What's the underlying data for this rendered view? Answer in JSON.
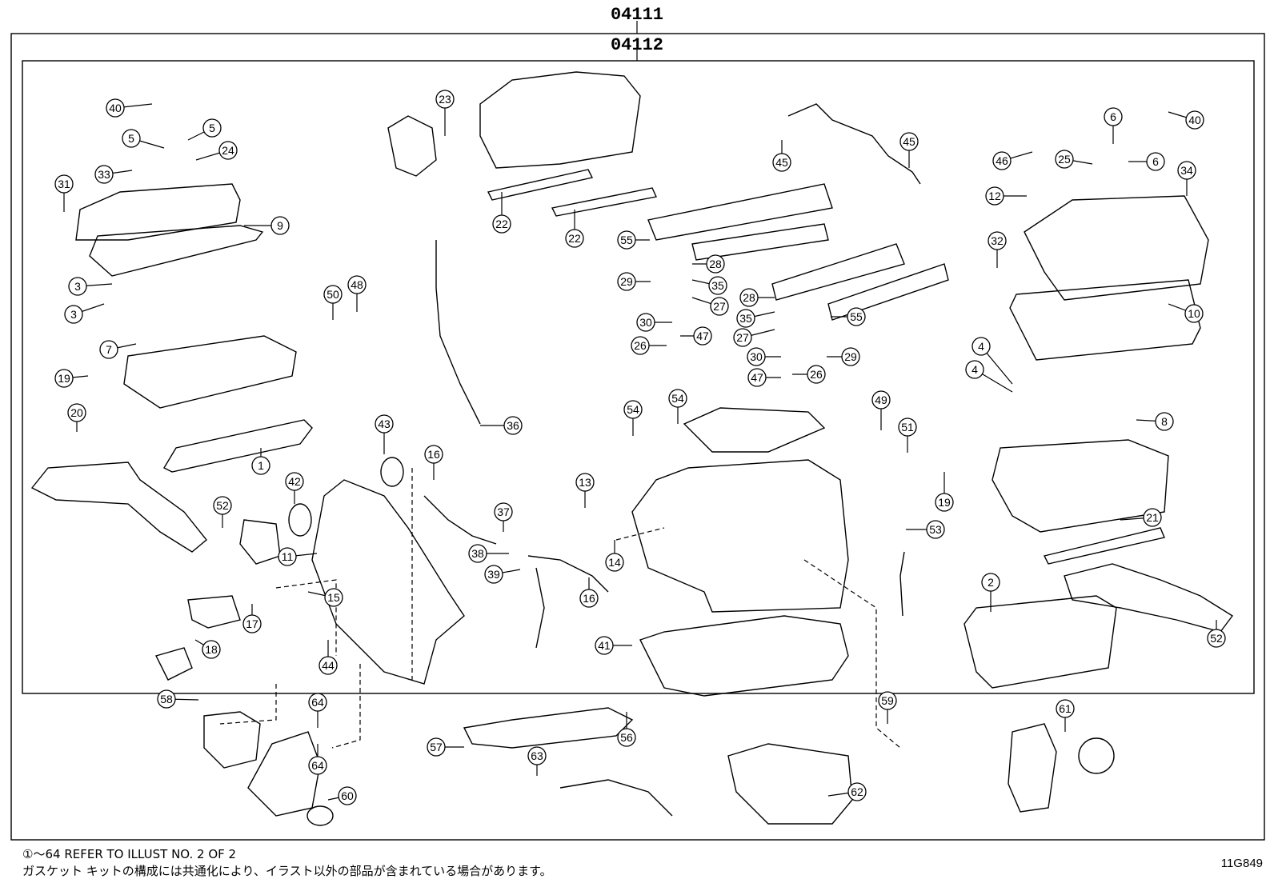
{
  "header": {
    "kit_outer": "04111",
    "kit_inner": "04112"
  },
  "callouts": [
    "40",
    "5",
    "5",
    "24",
    "33",
    "31",
    "9",
    "3",
    "3",
    "7",
    "19",
    "20",
    "1",
    "52",
    "23",
    "22",
    "22",
    "50",
    "48",
    "43",
    "42",
    "11",
    "17",
    "18",
    "58",
    "15",
    "44",
    "64",
    "64",
    "60",
    "16",
    "37",
    "38",
    "39",
    "16",
    "36",
    "13",
    "14",
    "41",
    "57",
    "63",
    "56",
    "45",
    "45",
    "55",
    "29",
    "28",
    "35",
    "27",
    "30",
    "47",
    "26",
    "28",
    "35",
    "27",
    "55",
    "30",
    "29",
    "47",
    "26",
    "54",
    "54",
    "49",
    "51",
    "19",
    "53",
    "59",
    "62",
    "6",
    "6",
    "40",
    "46",
    "25",
    "34",
    "12",
    "32",
    "10",
    "4",
    "4",
    "8",
    "21",
    "2",
    "52",
    "61"
  ],
  "footer": {
    "refer_symbol": "①～64",
    "refer_text": "REFER TO ILLUST NO. 2 OF 2",
    "japanese_note": "ガスケット キットの構成には共通化により、イラスト以外の部品が含まれている場合があります。",
    "code": "11G849"
  }
}
